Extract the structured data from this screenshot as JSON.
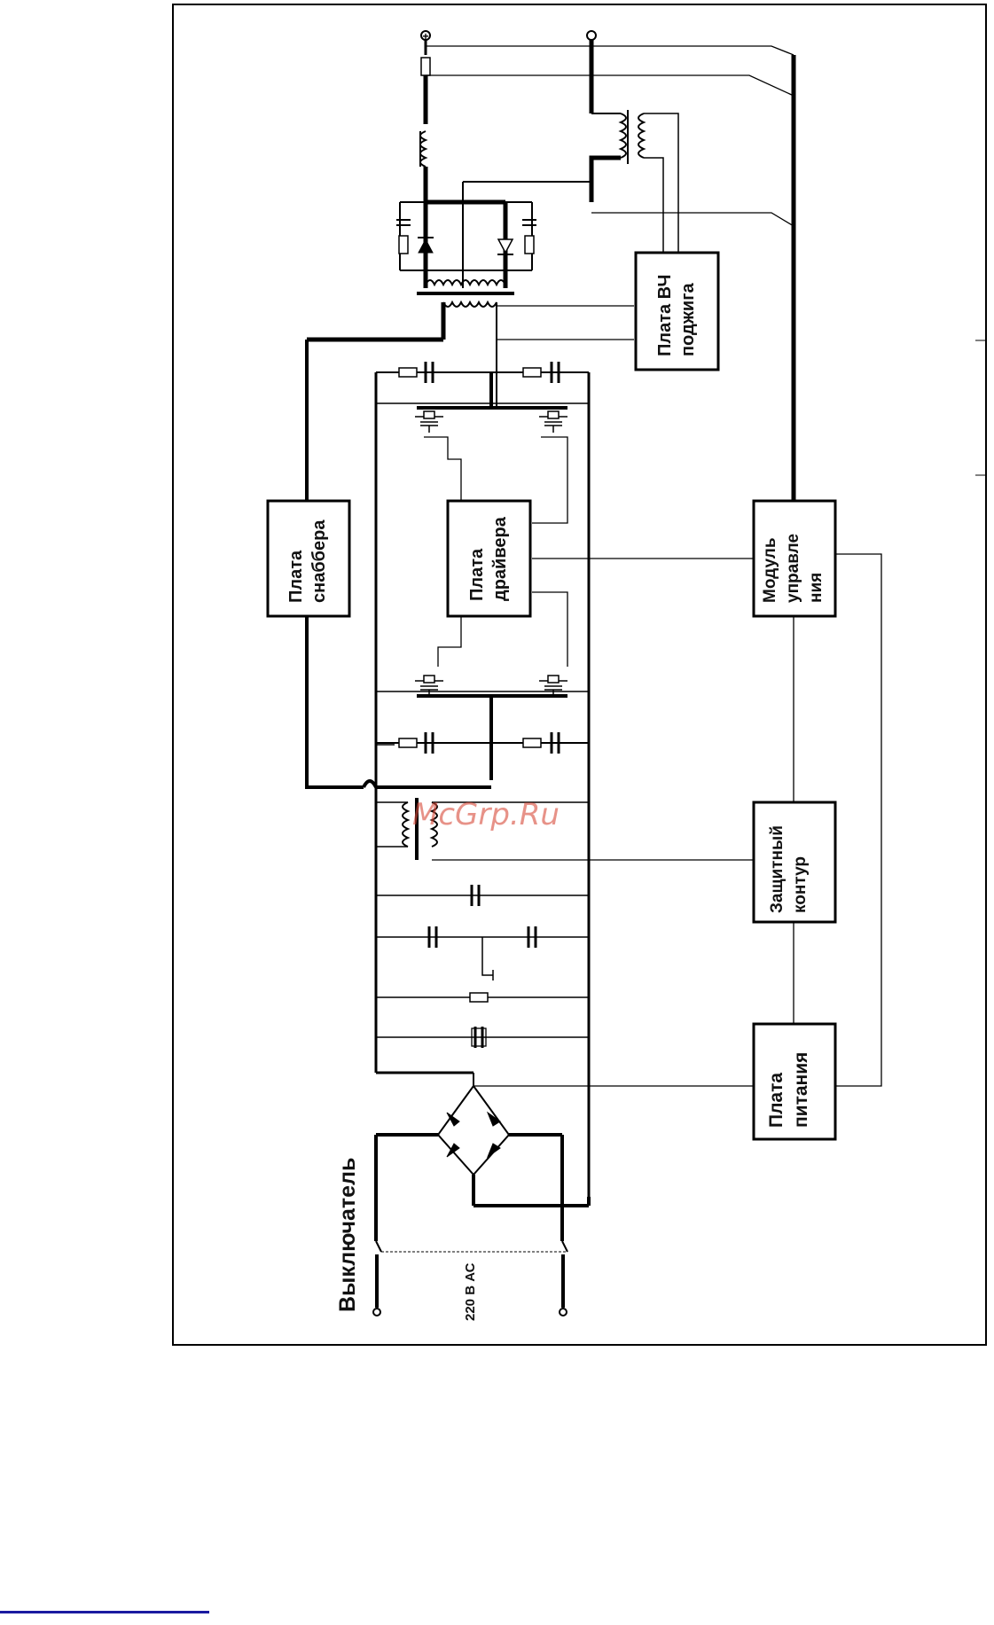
{
  "blocks": {
    "snubber": [
      "Плата",
      "снаббера"
    ],
    "driver": [
      "Плата",
      "драйвера"
    ],
    "hf_ignition": [
      "Плата ВЧ",
      "поджига"
    ],
    "control": [
      "Модуль",
      "управле",
      "ния"
    ],
    "protection": [
      "Защитный",
      "контур"
    ],
    "power": [
      "Плата",
      "питания"
    ]
  },
  "switch_label": "Выключатель",
  "mains_label": "220 В АС",
  "watermark": "McGrp.Ru",
  "terminals": {
    "plus": "+",
    "minus": "−"
  },
  "colors": {
    "line": "#000000",
    "watermark": "#d84a3a",
    "link": "#1a1aa0"
  }
}
